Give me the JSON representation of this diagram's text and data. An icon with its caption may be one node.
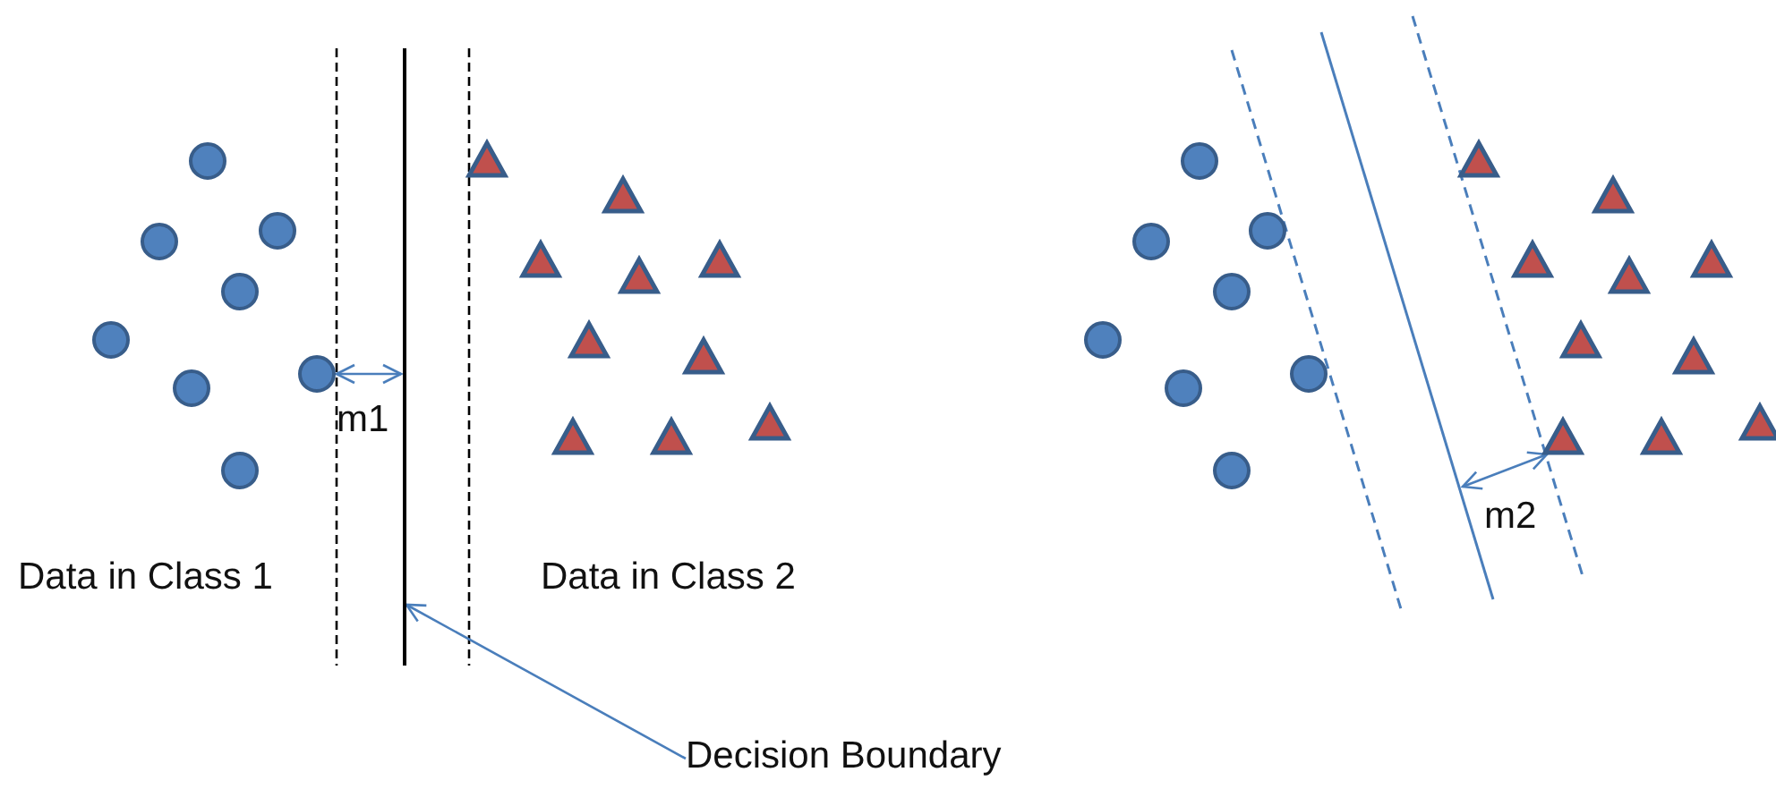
{
  "diagram": {
    "nodes": [
      {
        "text": [
          "Decision Boundary"
        ]
      },
      {
        "text": [],
        "shape": "bar"
      }
    ],
    "edges": [
      {
        "from": 0,
        "to": 1,
        "arrow": "to"
      }
    ],
    "labels": [
      "m1",
      "Data in Class 1",
      "Data in Class 2",
      "m2"
    ]
  }
}
